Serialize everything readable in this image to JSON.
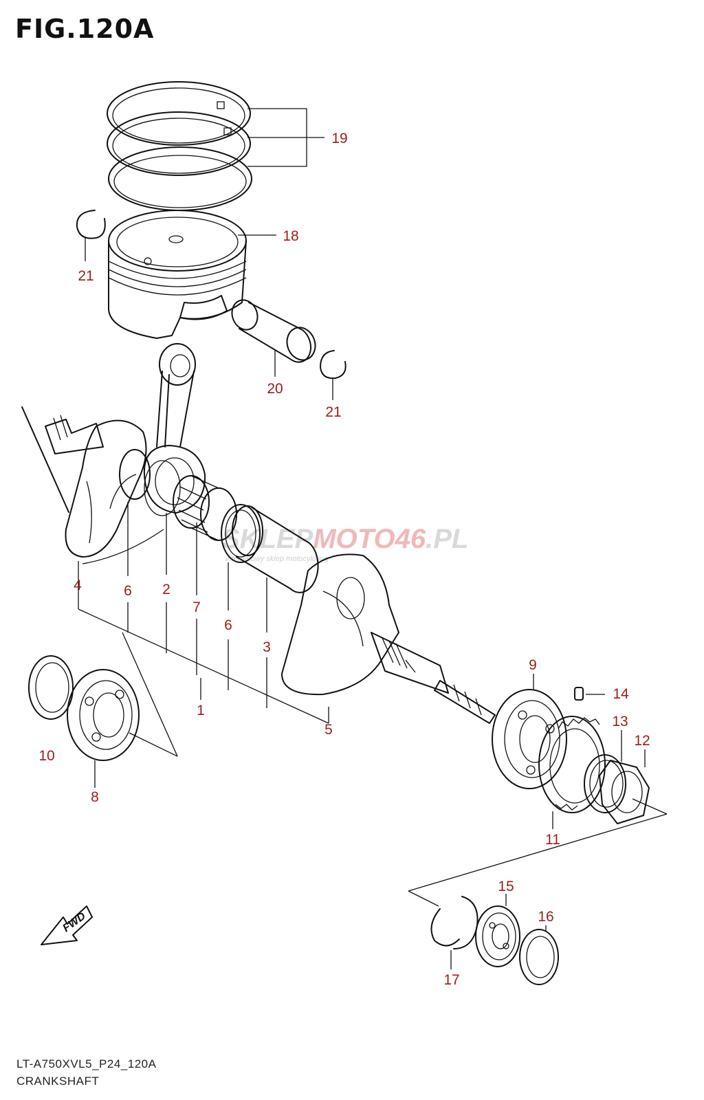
{
  "figure": {
    "title": "FIG.120A"
  },
  "watermark": {
    "brand_a": "SKLEP",
    "brand_b": "MOTO46",
    "brand_c": ".PL",
    "tagline": "internetowy sklep motocyklowy"
  },
  "fwd_label": "FWD",
  "callouts": {
    "c1": "1",
    "c2": "2",
    "c3": "3",
    "c4": "4",
    "c5": "5",
    "c6a": "6",
    "c6b": "6",
    "c7": "7",
    "c8": "8",
    "c9": "9",
    "c10": "10",
    "c11": "11",
    "c12": "12",
    "c13": "13",
    "c14": "14",
    "c15": "15",
    "c16": "16",
    "c17": "17",
    "c18": "18",
    "c19": "19",
    "c20": "20",
    "c21a": "21",
    "c21b": "21"
  },
  "footer": {
    "model_code": "LT-A750XVL5_P24_120A",
    "section_name": "CRANKSHAFT"
  },
  "colors": {
    "callout": "#9b1c1c",
    "line": "#111111"
  }
}
